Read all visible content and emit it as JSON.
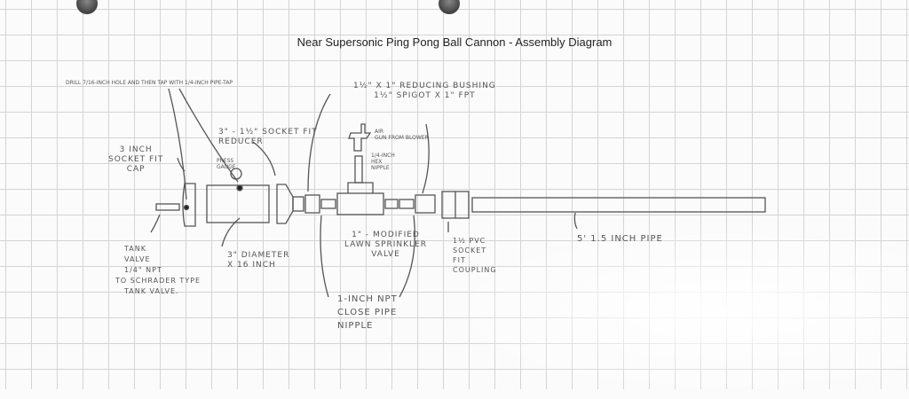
{
  "title": "Near Supersonic Ping Pong Ball Cannon - Assembly Diagram",
  "labels": {
    "drill": "Drill 7/16-inch hole and then tap with 1/4-inch pipe-tap",
    "cap": [
      "3 inch",
      "socket fit",
      "cap"
    ],
    "reducer": [
      "3\" - 1½\" socket fit",
      "reducer"
    ],
    "gauge": [
      "press",
      "gauge"
    ],
    "bushing": [
      "1½\" x 1\" reducing bushing",
      "1½\" spigot x 1\" FPT"
    ],
    "air_gun": [
      "air",
      "gun from blower"
    ],
    "hex_nipple": [
      "1/4-inch",
      "hex",
      "nipple"
    ],
    "tank_valve": [
      "tank",
      "valve",
      "1/4\" NPT",
      "to schrader type",
      "tank valve."
    ],
    "diameter": [
      "3\" diameter",
      "x 16 inch"
    ],
    "sprinkler": [
      "1\" - modified",
      "lawn sprinkler",
      "valve"
    ],
    "npt_nipple": [
      "1-inch NPT",
      "close pipe",
      "nipple"
    ],
    "coupling": [
      "1½ PVC",
      "socket",
      "fit",
      "coupling"
    ],
    "pipe": "5' 1.5 inch pipe"
  }
}
